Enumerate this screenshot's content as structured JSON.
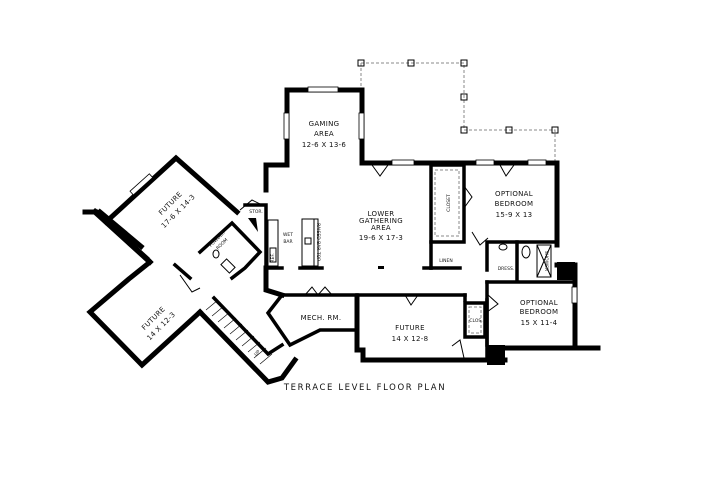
{
  "plan": {
    "title": "TERRACE LEVEL FLOOR PLAN",
    "rooms": {
      "gaming": {
        "name": "GAMING",
        "name2": "AREA",
        "dims": "12-6 X 13-6"
      },
      "future_ne": {
        "name": "FUTURE",
        "dims": "17-6 X 14-3"
      },
      "future_sw": {
        "name": "FUTURE",
        "dims": "14 X 12-3"
      },
      "lower_gathering": {
        "name": "LOWER",
        "name2": "GATHERING",
        "name3": "AREA",
        "dims": "19-6 X 17-3"
      },
      "optional_bedroom_1": {
        "name": "OPTIONAL",
        "name2": "BEDROOM",
        "dims": "15-9 X 13"
      },
      "optional_bedroom_2": {
        "name": "OPTIONAL",
        "name2": "BEDROOM",
        "dims": "15 X 11-4"
      },
      "future_center": {
        "name": "FUTURE",
        "dims": "14 X 12-8"
      },
      "mech": {
        "name": "MECH. RM."
      },
      "powder": {
        "name": "POWDER",
        "name2": "ROOM"
      },
      "stor": {
        "name": "STOR."
      },
      "wet_bar": {
        "name": "WET",
        "name2": "BAR"
      },
      "closet": {
        "name": "CLOSET"
      },
      "linen": {
        "name": "LINEN"
      },
      "dress": {
        "name": "DRESS."
      },
      "clos": {
        "name": "CLOS."
      },
      "shower": {
        "name": "SHOWER"
      },
      "raised_bar": {
        "name": "RAISED BAR TOP"
      },
      "ref": {
        "name": "REF."
      },
      "stair_up": {
        "name": "UP"
      }
    }
  }
}
